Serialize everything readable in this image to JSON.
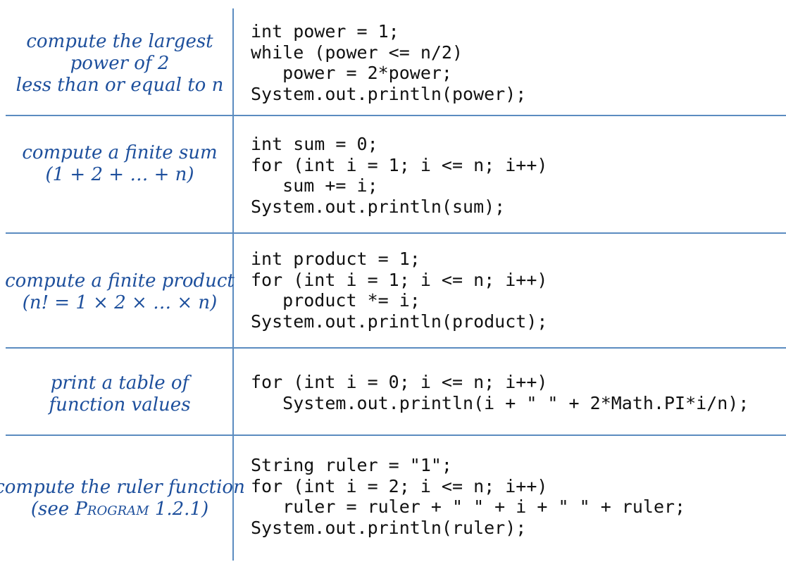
{
  "rows": [
    {
      "description": [
        "compute the largest",
        "power of 2",
        "less than or equal to n"
      ],
      "code": [
        "int power = 1;",
        "while (power <= n/2)",
        "   power = 2*power;",
        "System.out.println(power);"
      ]
    },
    {
      "description": [
        "compute a finite sum",
        "(1 + 2 + … + n)"
      ],
      "code": [
        "int sum = 0;",
        "for (int i = 1; i <= n; i++)",
        "   sum += i;",
        "System.out.println(sum);"
      ]
    },
    {
      "description": [
        "compute a finite product",
        "(n! = 1 × 2 ×  …  × n)"
      ],
      "code": [
        "int product = 1;",
        "for (int i = 1; i <= n; i++)",
        "   product *= i;",
        "System.out.println(product);"
      ]
    },
    {
      "description": [
        "print a table of",
        "function values"
      ],
      "code": [
        "for (int i = 0; i <= n; i++)",
        "   System.out.println(i + \" \" + 2*Math.PI*i/n);"
      ]
    },
    {
      "description": [
        "compute the ruler function",
        "(see ",
        "Program",
        " 1.2.1)"
      ],
      "code": [
        "String ruler = \"1\";",
        "for (int i = 2; i <= n; i++)",
        "   ruler = ruler + \" \" + i + \" \" + ruler;",
        "System.out.println(ruler);"
      ]
    }
  ]
}
